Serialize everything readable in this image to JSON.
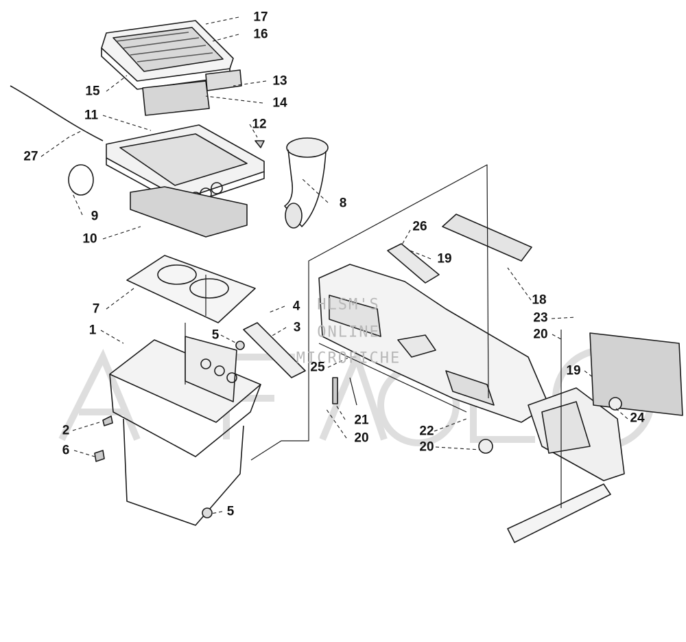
{
  "watermark": {
    "line1": "HLSM'S",
    "line2": "ONLINE",
    "line3": "MICROFICHE"
  },
  "callouts": [
    {
      "id": "c17",
      "text": "17"
    },
    {
      "id": "c16",
      "text": "16"
    },
    {
      "id": "c13",
      "text": "13"
    },
    {
      "id": "c15",
      "text": "15"
    },
    {
      "id": "c14",
      "text": "14"
    },
    {
      "id": "c11",
      "text": "11"
    },
    {
      "id": "c12",
      "text": "12"
    },
    {
      "id": "c27",
      "text": "27"
    },
    {
      "id": "c8",
      "text": "8"
    },
    {
      "id": "c9",
      "text": "9"
    },
    {
      "id": "c10",
      "text": "10"
    },
    {
      "id": "c26",
      "text": "26"
    },
    {
      "id": "c19a",
      "text": "19"
    },
    {
      "id": "c18",
      "text": "18"
    },
    {
      "id": "c7",
      "text": "7"
    },
    {
      "id": "c4",
      "text": "4"
    },
    {
      "id": "c23",
      "text": "23"
    },
    {
      "id": "c3",
      "text": "3"
    },
    {
      "id": "c5a",
      "text": "5"
    },
    {
      "id": "c20a",
      "text": "20"
    },
    {
      "id": "c1",
      "text": "1"
    },
    {
      "id": "c25",
      "text": "25"
    },
    {
      "id": "c19b",
      "text": "19"
    },
    {
      "id": "c2",
      "text": "2"
    },
    {
      "id": "c21",
      "text": "21"
    },
    {
      "id": "c24",
      "text": "24"
    },
    {
      "id": "c22",
      "text": "22"
    },
    {
      "id": "c20b",
      "text": "20"
    },
    {
      "id": "c6",
      "text": "6"
    },
    {
      "id": "c20c",
      "text": "20"
    },
    {
      "id": "c5b",
      "text": "5"
    }
  ]
}
